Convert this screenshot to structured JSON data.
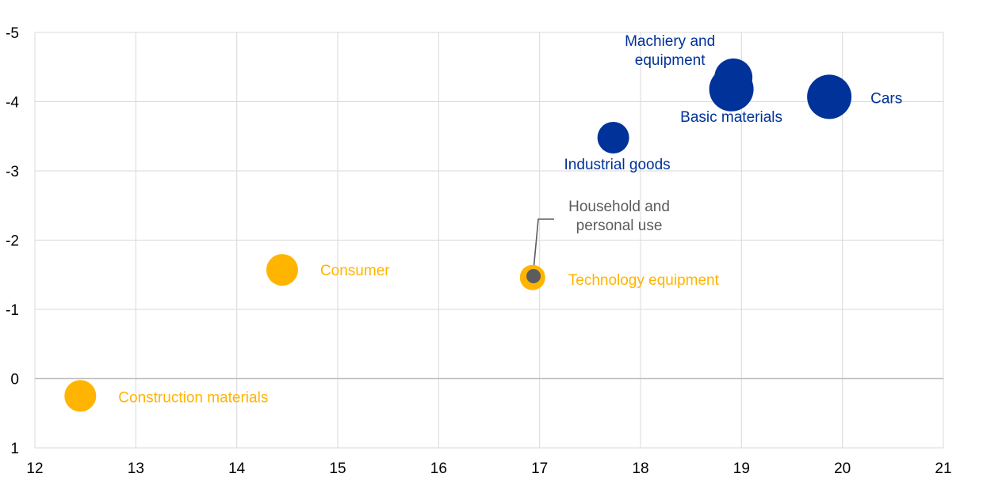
{
  "chart_data": {
    "type": "scatter",
    "title": "",
    "xlabel": "",
    "ylabel": "",
    "xlim": [
      12,
      21
    ],
    "ylim": [
      1,
      -5
    ],
    "y_axis_inverted": true,
    "grid": true,
    "x_ticks": [
      12,
      13,
      14,
      15,
      16,
      17,
      18,
      19,
      20,
      21
    ],
    "y_ticks": [
      -5,
      -4,
      -3,
      -2,
      -1,
      0,
      1
    ],
    "colors": {
      "blue": "#003299",
      "yellow": "#FFB400",
      "grey": "#5C5C5C",
      "grid": "#D9D9D9"
    },
    "points": [
      {
        "label": "Machiery and equipment",
        "label_lines": [
          "Machiery and",
          "equipment"
        ],
        "x": 18.92,
        "y": -4.35,
        "color": "blue",
        "size": "medium"
      },
      {
        "label": "Basic materials",
        "label_lines": [
          "Basic materials"
        ],
        "x": 18.9,
        "y": -4.18,
        "color": "blue",
        "size": "large"
      },
      {
        "label": "Cars",
        "label_lines": [
          "Cars"
        ],
        "x": 19.87,
        "y": -4.07,
        "color": "blue",
        "size": "large"
      },
      {
        "label": "Industrial goods",
        "label_lines": [
          "Industrial goods"
        ],
        "x": 17.73,
        "y": -3.48,
        "color": "blue",
        "size": "small"
      },
      {
        "label": "Household and personal use",
        "label_lines": [
          "Household  and",
          "personal use"
        ],
        "x": 16.94,
        "y": -1.48,
        "color": "grey",
        "size": "tiny"
      },
      {
        "label": "Technology equipment",
        "label_lines": [
          "Technology equipment"
        ],
        "x": 16.93,
        "y": -1.46,
        "color": "yellow",
        "size": "tiny_ring"
      },
      {
        "label": "Consumer",
        "label_lines": [
          "Consumer"
        ],
        "x": 14.45,
        "y": -1.57,
        "color": "yellow",
        "size": "small"
      },
      {
        "label": "Construction materials",
        "label_lines": [
          "Construction materials"
        ],
        "x": 12.45,
        "y": 0.25,
        "color": "yellow",
        "size": "small"
      }
    ]
  }
}
